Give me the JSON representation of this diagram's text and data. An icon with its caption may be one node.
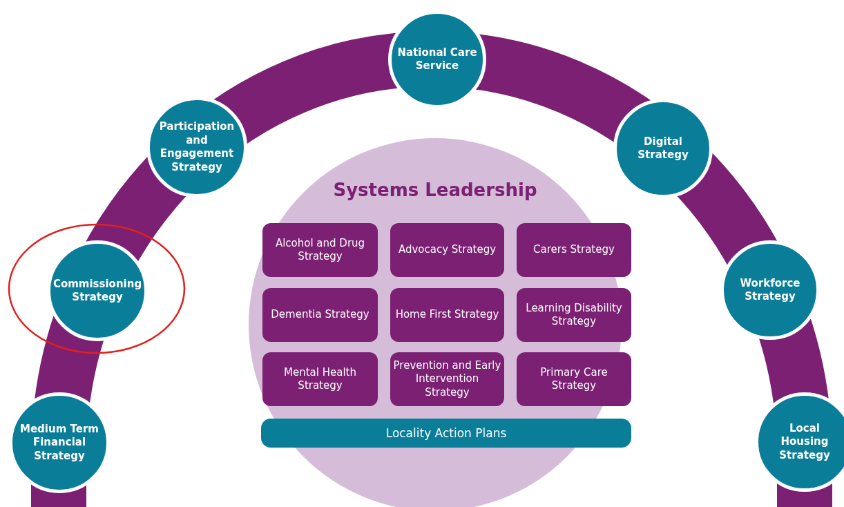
{
  "diagram": {
    "nodes": [
      {
        "text": [
          "National Care Service"
        ]
      },
      {
        "text": [
          "Participation and Engagement Strategy"
        ]
      },
      {
        "text": [
          "Digital Strategy"
        ]
      },
      {
        "text": [
          "Commissioning Strategy"
        ]
      },
      {
        "text": [
          "Workforce Strategy"
        ]
      },
      {
        "text": [
          "Medium Term Financial Strategy"
        ]
      },
      {
        "text": [
          "Local Housing Strategy"
        ]
      },
      {
        "text": [
          "Systems Leadership"
        ]
      },
      {
        "text": [
          "Alcohol and Drug Strategy"
        ],
        "in": 7
      },
      {
        "text": [
          "Advocacy Strategy"
        ],
        "in": 7
      },
      {
        "text": [
          "Carers Strategy"
        ],
        "in": 7
      },
      {
        "text": [
          "Dementia Strategy"
        ],
        "in": 7
      },
      {
        "text": [
          "Home First Strategy"
        ],
        "in": 7
      },
      {
        "text": [
          "Learning Disability Strategy"
        ],
        "in": 7
      },
      {
        "text": [
          "Mental Health Strategy"
        ],
        "in": 7
      },
      {
        "text": [
          "Prevention and Early Intervention Strategy"
        ],
        "in": 7
      },
      {
        "text": [
          "Primary Care Strategy"
        ],
        "in": 7
      },
      {
        "text": [
          "Locality Action Plans"
        ],
        "in": 7
      }
    ]
  }
}
